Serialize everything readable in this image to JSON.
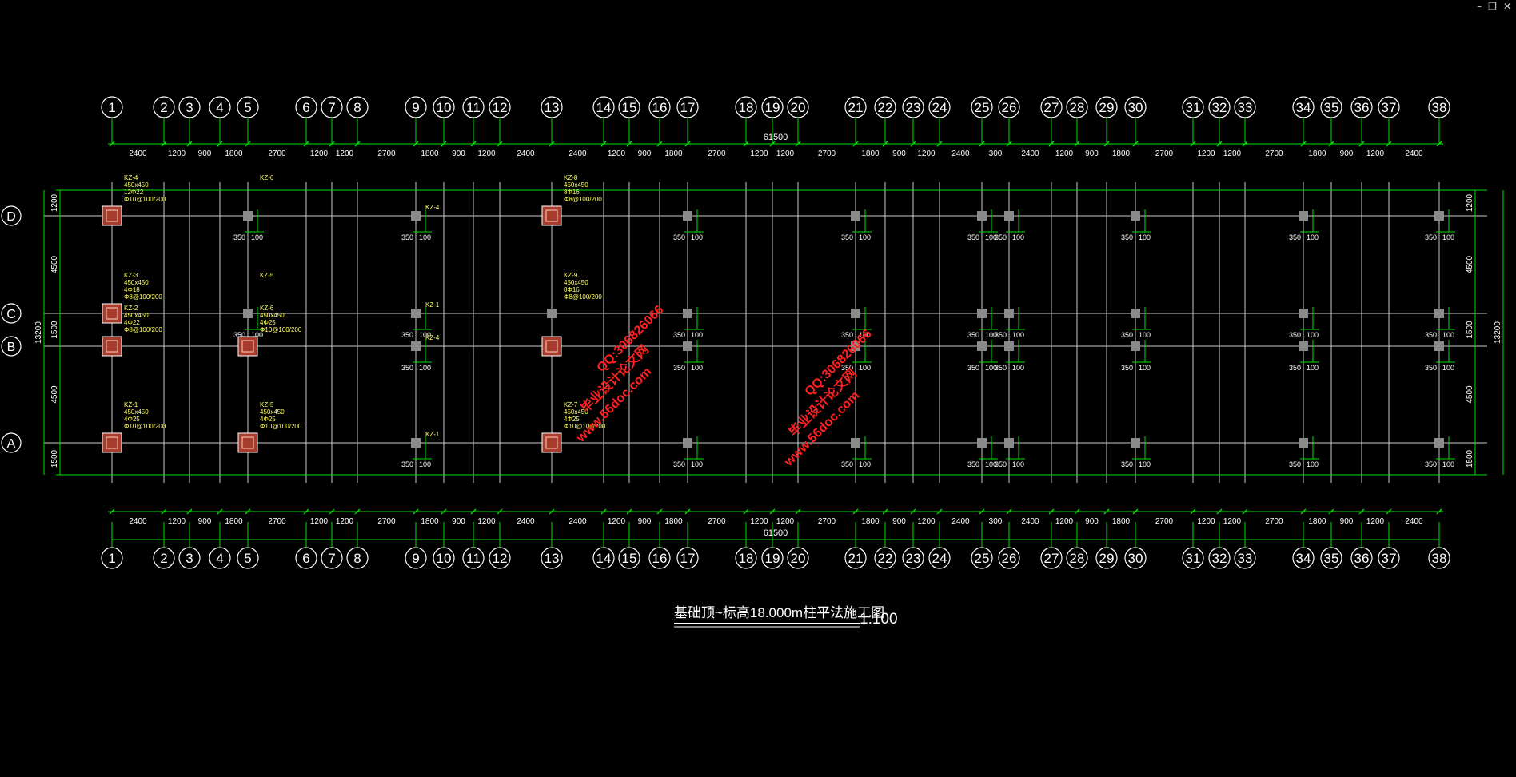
{
  "window": {
    "minimize_glyph": "–",
    "restore_glyph": "❐",
    "close_glyph": "✕"
  },
  "colors": {
    "background": "#000000",
    "grid_line": "#c8c8c8",
    "dim_line": "#00e000",
    "text": "#ffffff",
    "label_yellow": "#ffff66",
    "column_fill": "#a83c2c",
    "small_column": "#8a8a8a",
    "watermark": "#ff2020"
  },
  "drawing": {
    "title": "基础顶~标高18.000m柱平法施工图",
    "scale": "1:100",
    "total_length": "61500",
    "total_width": "13200",
    "axis_x_labels": [
      "1",
      "2",
      "3",
      "4",
      "5",
      "6",
      "7",
      "8",
      "9",
      "10",
      "11",
      "12",
      "13",
      "14",
      "15",
      "16",
      "17",
      "18",
      "19",
      "20",
      "21",
      "22",
      "23",
      "24",
      "25",
      "26",
      "27",
      "28",
      "29",
      "30",
      "31",
      "32",
      "33",
      "34",
      "35",
      "36",
      "37",
      "38"
    ],
    "axis_x_spacings": [
      "2400",
      "1200",
      "900",
      "1800",
      "2700",
      "1200",
      "1200",
      "2700",
      "1800",
      "900",
      "1200",
      "2400",
      "2400",
      "1200",
      "900",
      "1800",
      "2700",
      "1200",
      "1200",
      "2700",
      "1800",
      "900",
      "1200",
      "2400",
      "300",
      "2400",
      "1200",
      "900",
      "1800",
      "2700",
      "1200",
      "1200",
      "2700",
      "1800",
      "900",
      "1200",
      "2400"
    ],
    "axis_y_labels": [
      "D",
      "C",
      "B",
      "A"
    ],
    "axis_y_spacings": [
      "1200",
      "4500",
      "1500",
      "4500",
      "1500"
    ],
    "column_tags": [
      {
        "axis": "1",
        "row": "D",
        "lines": [
          "KZ-4",
          "450x450",
          "12Φ22",
          "Φ10@100/200"
        ]
      },
      {
        "axis": "1",
        "row": "C",
        "lines": [
          "KZ-3",
          "450x450",
          "4Φ18",
          "Φ8@100/200"
        ]
      },
      {
        "axis": "1",
        "row": "B",
        "lines": [
          "KZ-2",
          "450x450",
          "4Φ22",
          "Φ8@100/200"
        ]
      },
      {
        "axis": "1",
        "row": "A",
        "lines": [
          "KZ-1",
          "450x450",
          "4Φ25",
          "Φ10@100/200"
        ]
      },
      {
        "axis": "5",
        "row": "C",
        "lines": [
          "KZ-5"
        ]
      },
      {
        "axis": "5",
        "row": "B",
        "lines": [
          "KZ-6",
          "450x450",
          "4Φ25",
          "Φ10@100/200"
        ]
      },
      {
        "axis": "5",
        "row": "A",
        "lines": [
          "KZ-5",
          "450x450",
          "4Φ25",
          "Φ10@100/200"
        ]
      },
      {
        "axis": "5",
        "row": "D",
        "lines": [
          "KZ-6"
        ]
      },
      {
        "axis": "13",
        "row": "D",
        "lines": [
          "KZ-8",
          "450x450",
          "8Φ16",
          "Φ8@100/200"
        ]
      },
      {
        "axis": "13",
        "row": "C",
        "lines": [
          "KZ-9",
          "450x450",
          "8Φ16",
          "Φ8@100/200"
        ]
      },
      {
        "axis": "13",
        "row": "A",
        "lines": [
          "KZ-7",
          "450x450",
          "4Φ25",
          "Φ10@100/200"
        ]
      }
    ],
    "small_tags": [
      "KZ-4",
      "KZ-1",
      "KZ-4",
      "KZ-1"
    ],
    "dim_350": "350",
    "dim_100": "100",
    "watermarks": [
      {
        "a": "毕业设计论文网",
        "b": "www.56doc.com",
        "c": "QQ:306826066"
      },
      {
        "a": "毕业设计论文网",
        "b": "www.56doc.com",
        "c": "QQ:306826066"
      }
    ]
  }
}
